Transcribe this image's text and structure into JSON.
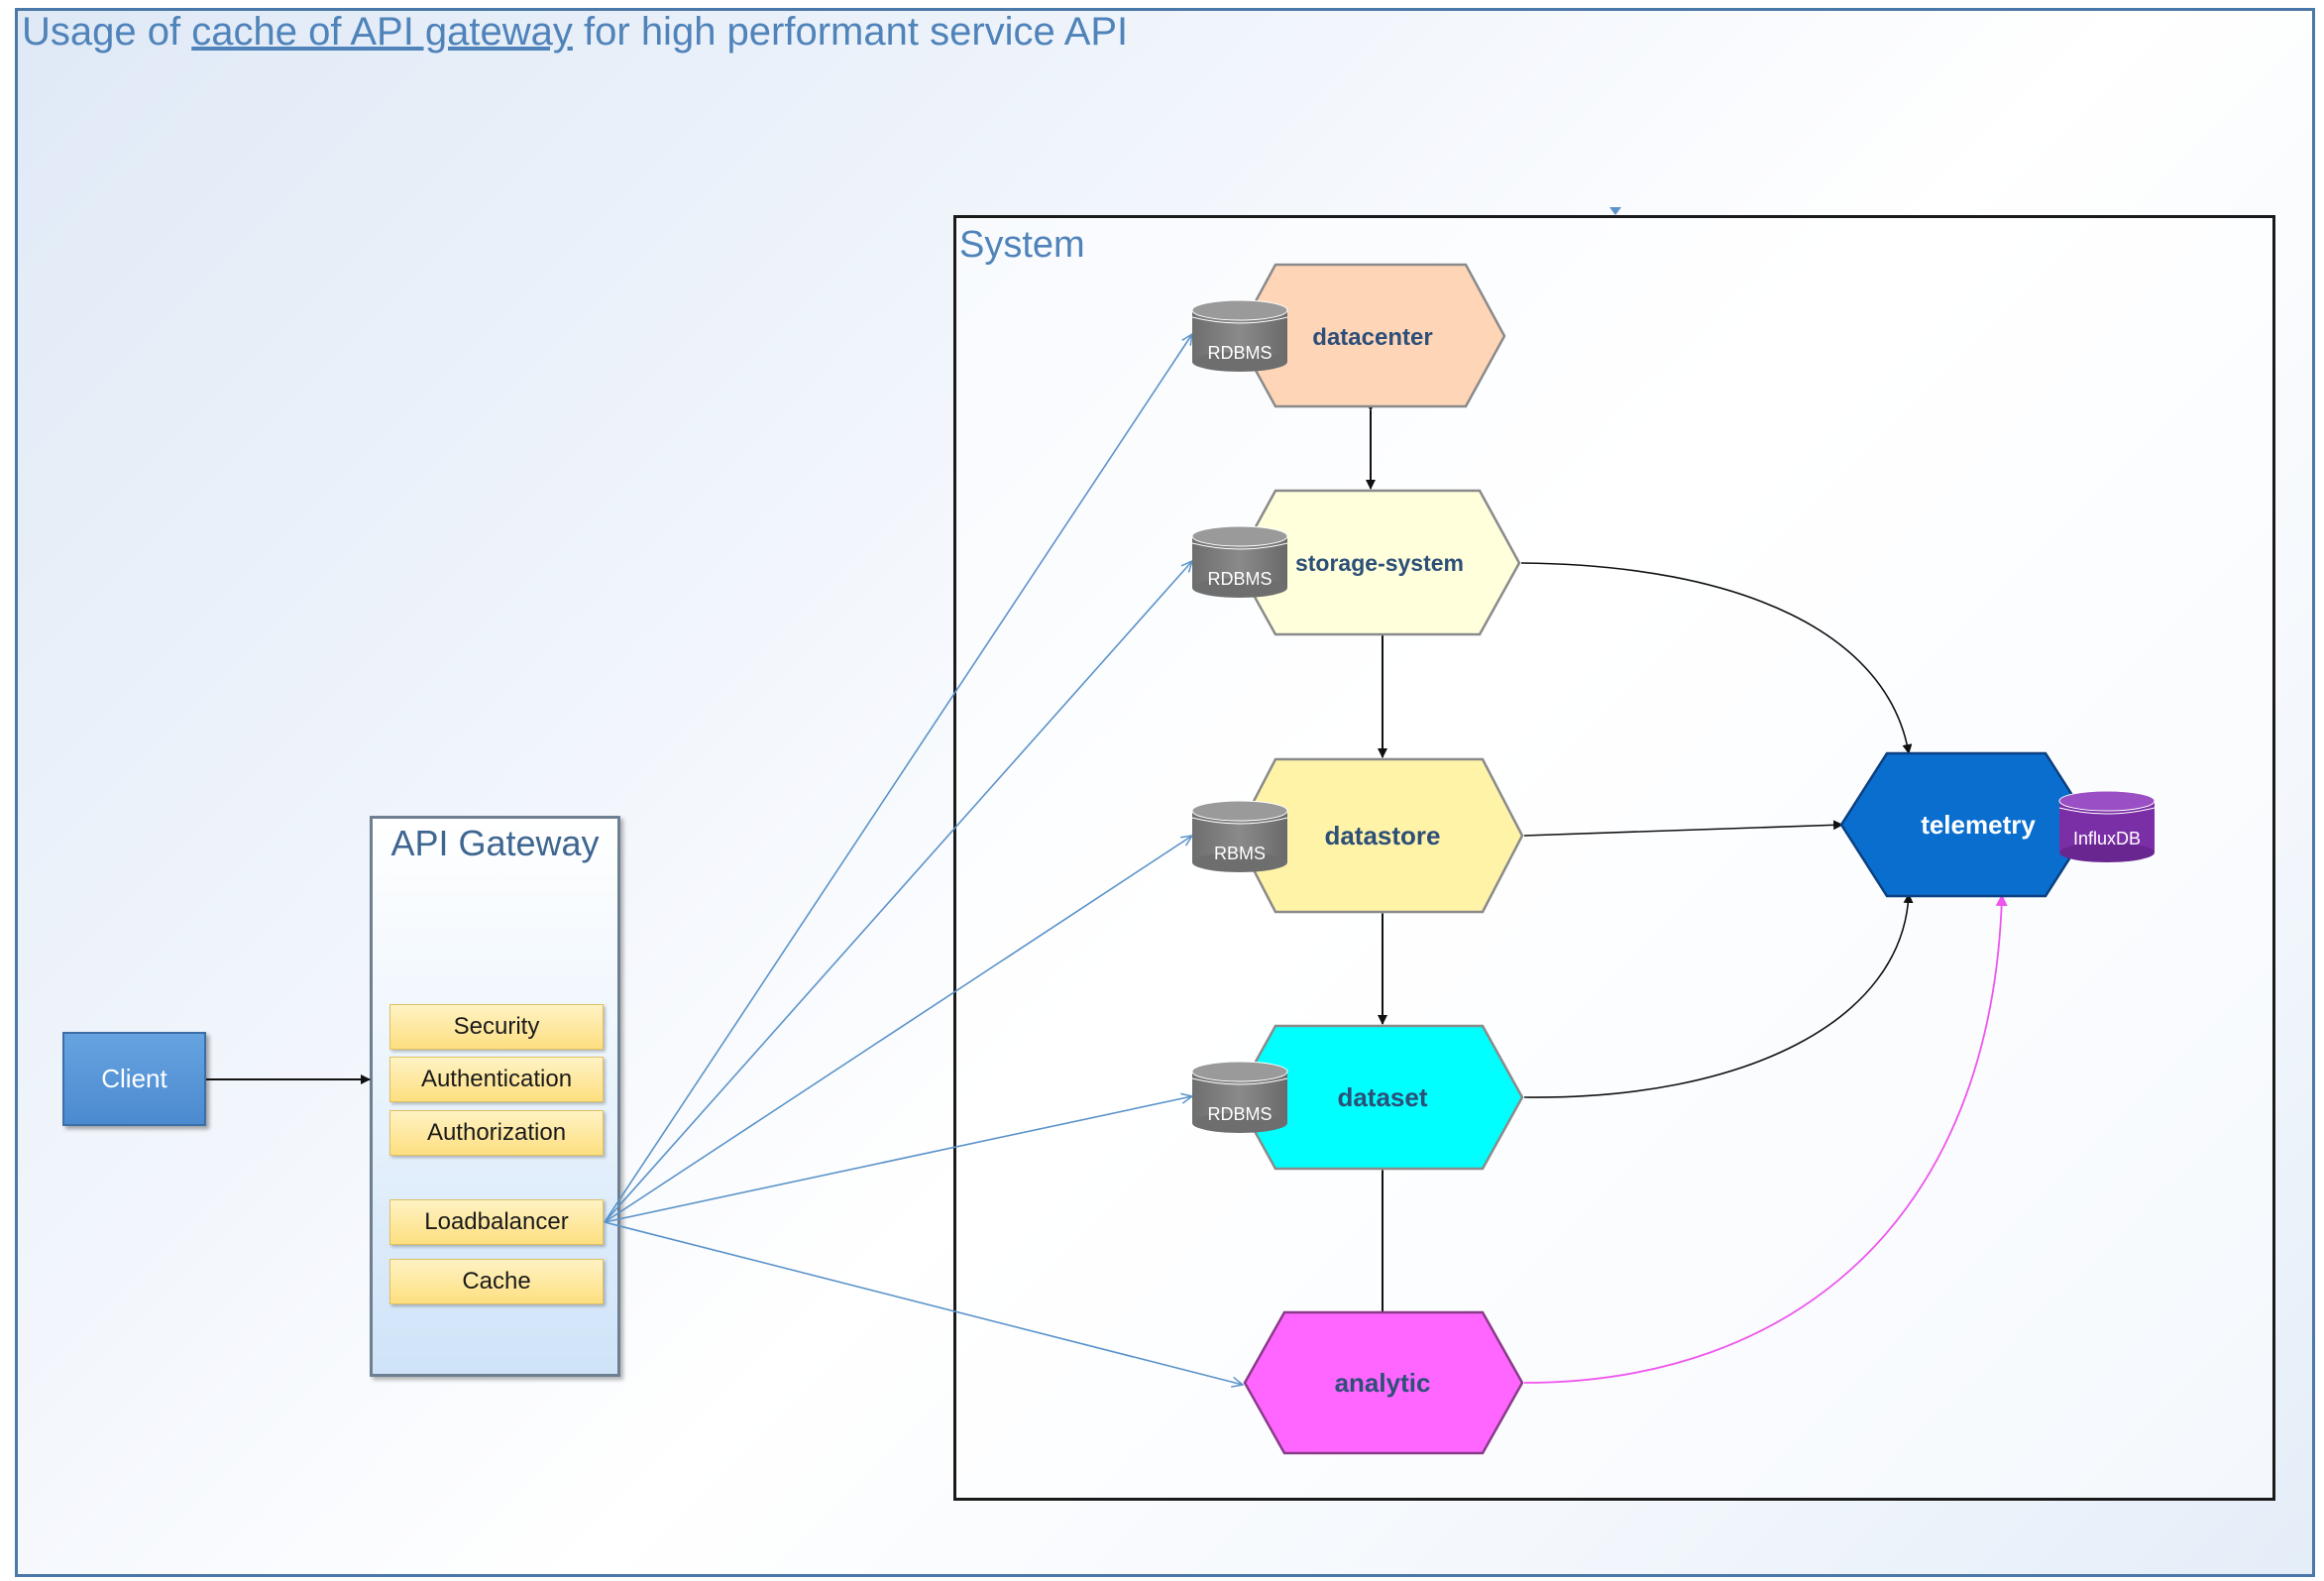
{
  "title": {
    "prefix": "Usage of ",
    "link": "cache of API gateway",
    "suffix": " for high performant service API"
  },
  "system": {
    "label": "System"
  },
  "client": {
    "label": "Client"
  },
  "gateway": {
    "title": "API Gateway",
    "components": [
      "Security",
      "Authentication",
      "Authorization",
      "Loadbalancer",
      "Cache"
    ]
  },
  "services": {
    "datacenter": {
      "label": "datacenter",
      "db": "RDBMS"
    },
    "storage_system": {
      "label": "storage-system",
      "db": "RDBMS"
    },
    "datastore": {
      "label": "datastore",
      "db": "RBMS"
    },
    "dataset": {
      "label": "dataset",
      "db": "RDBMS"
    },
    "analytic": {
      "label": "analytic"
    },
    "telemetry": {
      "label": "telemetry",
      "db": "InfluxDB"
    }
  },
  "colors": {
    "datacenter": "#ffd5b8",
    "storage_system": "#ffffdc",
    "datastore": "#fff3a8",
    "dataset": "#00ffff",
    "analytic": "#ff66ff",
    "telemetry": "#0a6ecf",
    "rdbms": "#7a7a7a",
    "influxdb": "#7b2fa6",
    "gateway_link": "#5b93c9",
    "analytic_link": "#ee55ee"
  }
}
